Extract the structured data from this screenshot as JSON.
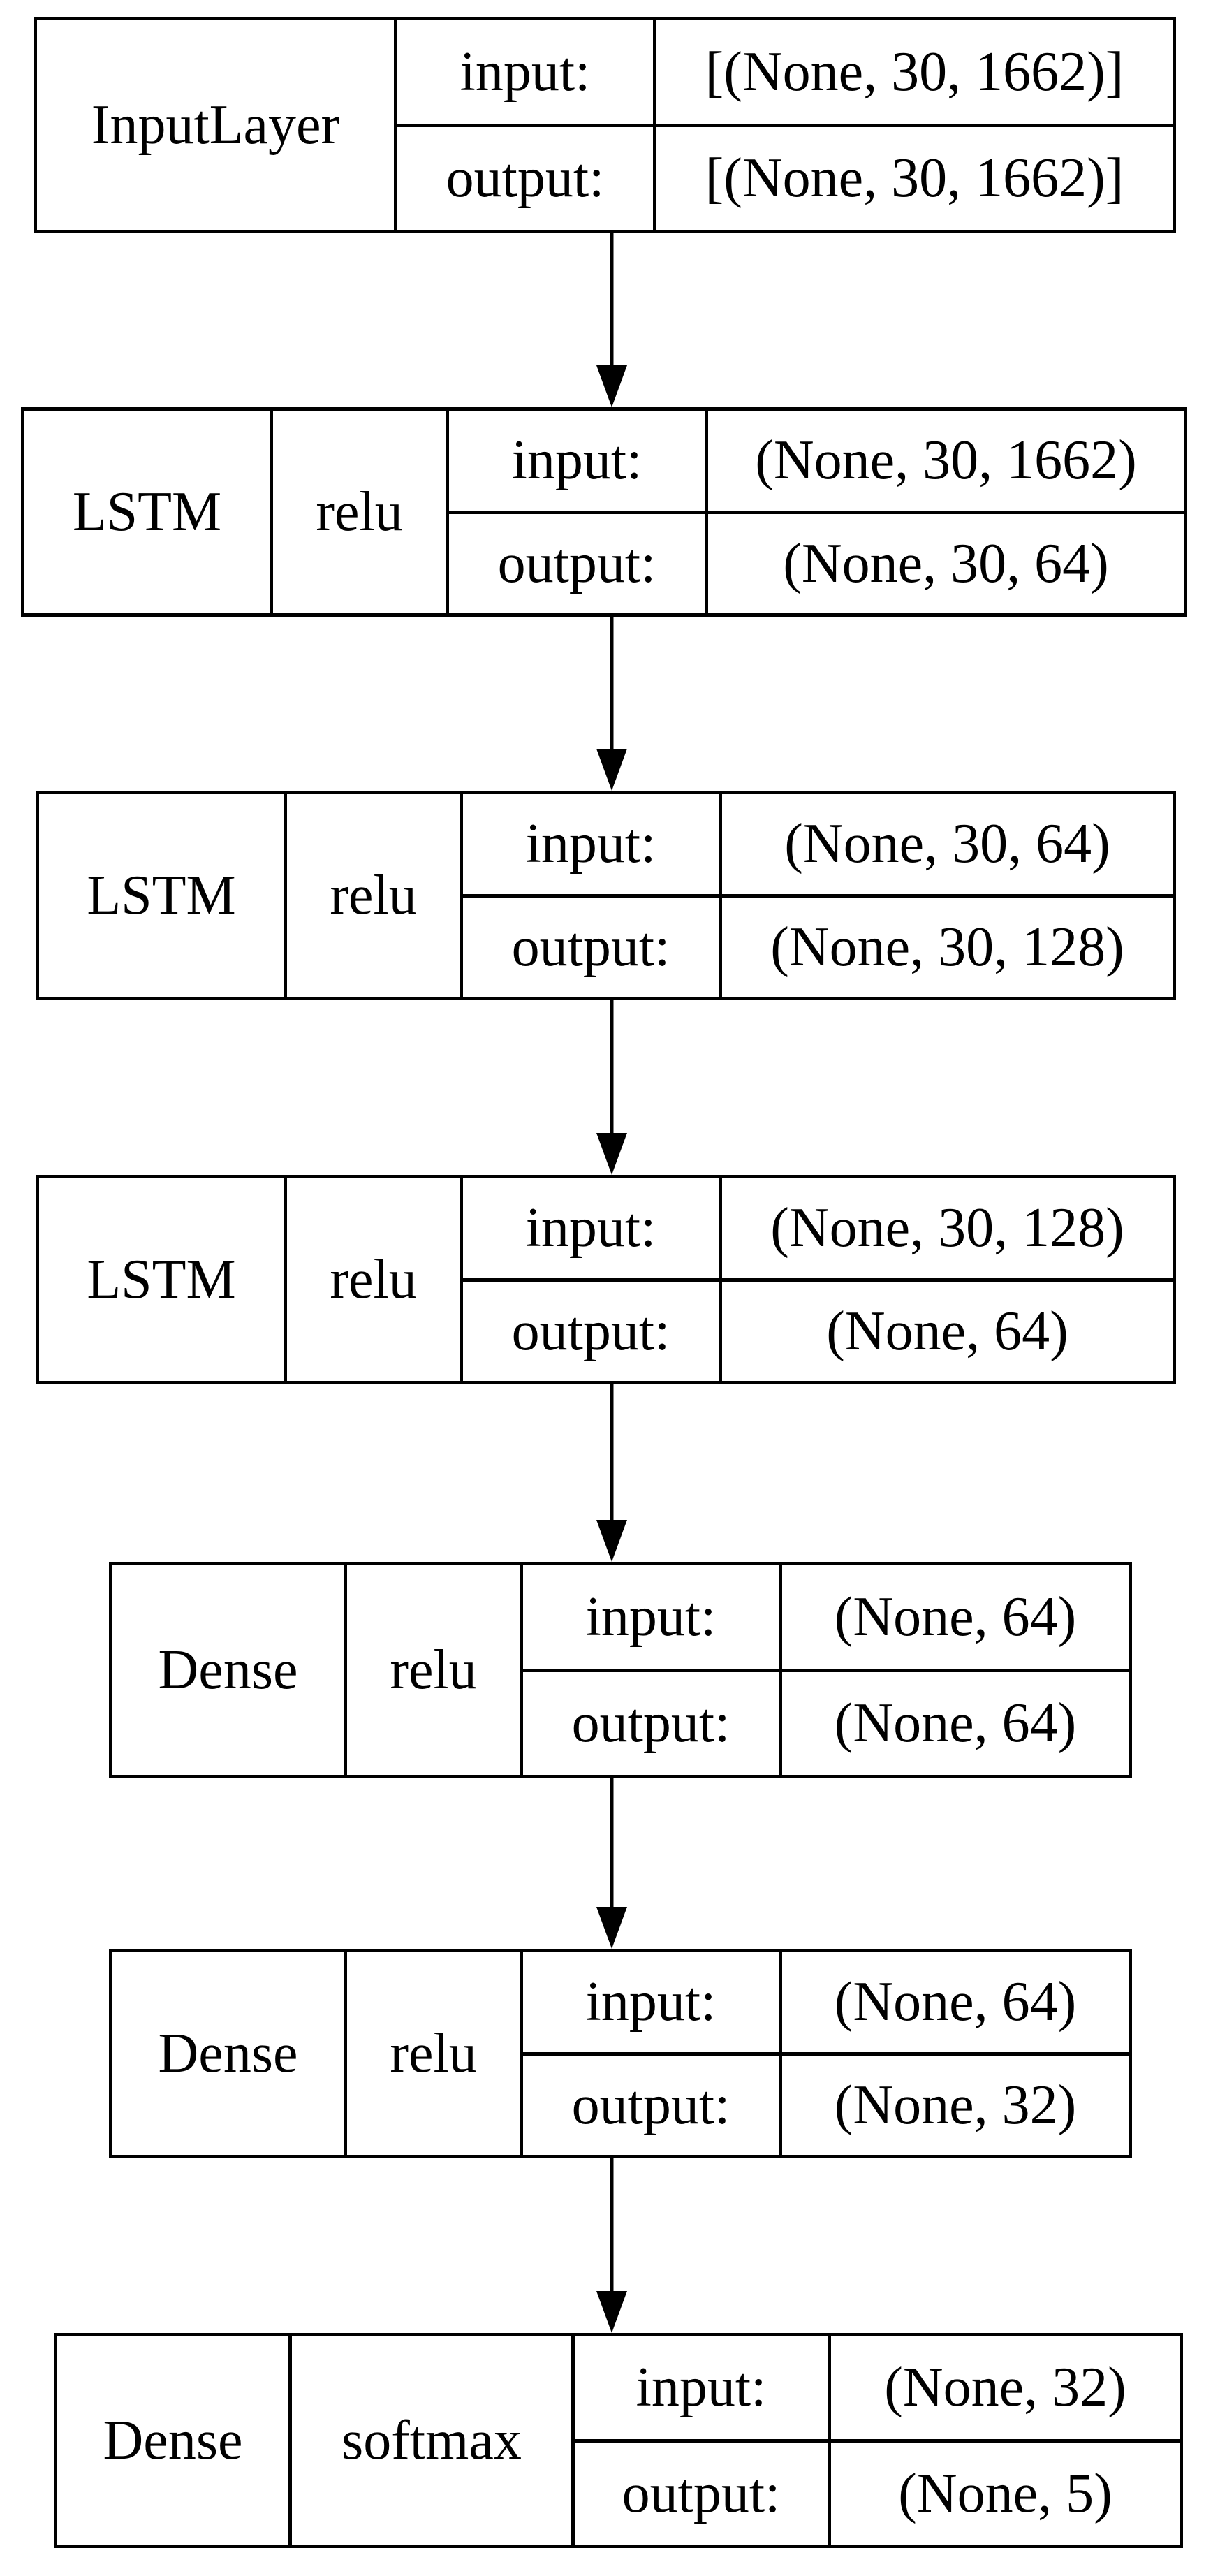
{
  "colors": {
    "line": "#000000",
    "background": "#ffffff"
  },
  "layers": [
    {
      "type": "InputLayer",
      "activation": "",
      "input_label": "input:",
      "input_shape": "[(None, 30, 1662)]",
      "output_label": "output:",
      "output_shape": "[(None, 30, 1662)]"
    },
    {
      "type": "LSTM",
      "activation": "relu",
      "input_label": "input:",
      "input_shape": "(None, 30, 1662)",
      "output_label": "output:",
      "output_shape": "(None, 30, 64)"
    },
    {
      "type": "LSTM",
      "activation": "relu",
      "input_label": "input:",
      "input_shape": "(None, 30, 64)",
      "output_label": "output:",
      "output_shape": "(None, 30, 128)"
    },
    {
      "type": "LSTM",
      "activation": "relu",
      "input_label": "input:",
      "input_shape": "(None, 30, 128)",
      "output_label": "output:",
      "output_shape": "(None, 64)"
    },
    {
      "type": "Dense",
      "activation": "relu",
      "input_label": "input:",
      "input_shape": "(None, 64)",
      "output_label": "output:",
      "output_shape": "(None, 64)"
    },
    {
      "type": "Dense",
      "activation": "relu",
      "input_label": "input:",
      "input_shape": "(None, 64)",
      "output_label": "output:",
      "output_shape": "(None, 32)"
    },
    {
      "type": "Dense",
      "activation": "softmax",
      "input_label": "input:",
      "input_shape": "(None, 32)",
      "output_label": "output:",
      "output_shape": "(None, 5)"
    }
  ]
}
